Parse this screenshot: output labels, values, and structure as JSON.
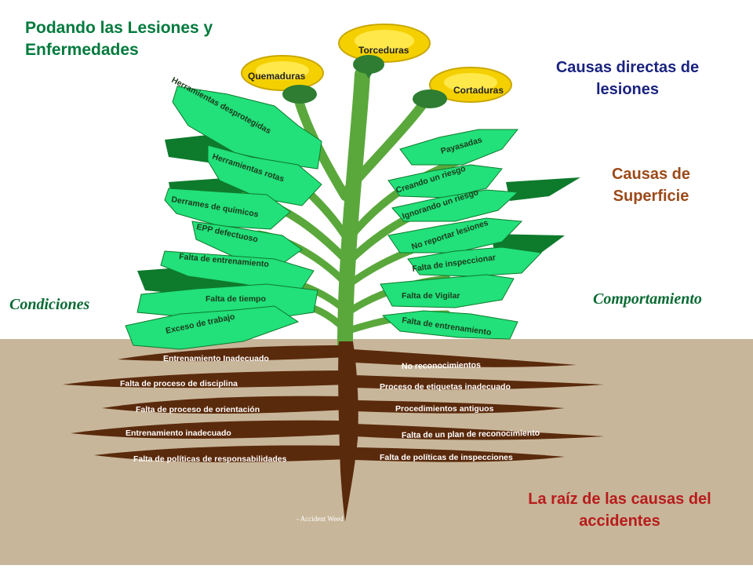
{
  "title": "Podando las Lesiones y\nEnfermedades",
  "labels": {
    "directas": "Causas directas de lesiones",
    "superficie": "Causas de Superficie",
    "condiciones": "Condiciones",
    "comportamiento": "Comportamiento",
    "raiz": "La raíz de las causas del accidentes",
    "credit": "- Accident Weed"
  },
  "flowers": [
    "Torceduras",
    "Quemaduras",
    "Cortaduras"
  ],
  "leaves_left": [
    "Herramientas desprotegidas",
    "Herramientas rotas",
    "Derrames de químicos",
    "EPP defectuoso",
    "Falta de entrenamiento",
    "Falta de tiempo",
    "Exceso de trabajo"
  ],
  "leaves_right": [
    "Payasadas",
    "Creando un riesgo",
    "Ignorando un riesgo",
    "No reportar lesiones",
    "Falta de inspeccionar",
    "Falta de Vigilar",
    "Falta de entrenamiento"
  ],
  "roots_left": [
    "Entrenamiento Inadecuado",
    "Falta de proceso de disciplina",
    "Falta de proceso de orientación",
    "Entrenamiento inadecuado",
    "Falta de políticas de responsabilidades"
  ],
  "roots_right": [
    "No reconocimientos",
    "Proceso de etiquetas inadecuado",
    "Procedimientos antiguos",
    "Falta de un plan de reconocimiento",
    "Falta de políticas de inspecciones"
  ],
  "colors": {
    "soil": "#c8b69a",
    "stem": "#5aa83c",
    "leaf": "#22e07a",
    "leaf_dark": "#0e7a2c",
    "root": "#5a2a0c",
    "petal": "#f5d000"
  }
}
